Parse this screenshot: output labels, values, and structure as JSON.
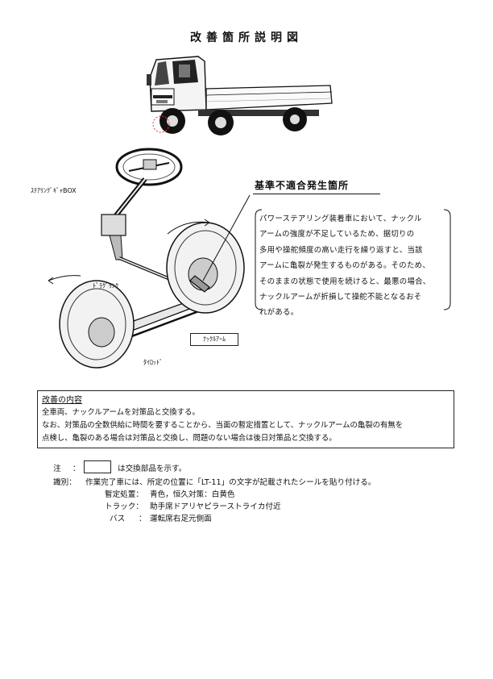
{
  "title": "改善箇所説明図",
  "diagram_labels": {
    "steering_gear_box": "ｽﾃｱﾘﾝｸﾞｷﾞｬBOX",
    "drag_link": "ﾄﾞﾗｸﾞﾘﾝｸ",
    "tie_rod": "ﾀｲﾛｯﾄﾞ",
    "knuckle_arm": "ﾅｯｸﾙｱｰﾑ"
  },
  "defect": {
    "heading": "基準不適合発生箇所",
    "lines": [
      "パワーステアリング装着車において、ナックル",
      "アームの強度が不足しているため、据切りの",
      "多用や操舵頻度の高い走行を繰り返すと、当該",
      "アームに亀裂が発生するものがある。そのため、",
      "そのままの状態で使用を続けると、最悪の場合、",
      "ナックルアームが折損して操舵不能となるおそ",
      "れがある。"
    ]
  },
  "improvement": {
    "title": "改善の内容",
    "lines": [
      "全車両、ナックルアームを対策品と交換する。",
      "なお、対策品の全数供給に時間を要することから、当面の暫定措置として、ナックルアームの亀裂の有無を",
      "点検し、亀裂のある場合は対策品と交換し、問題のない場合は後日対策品と交換する。"
    ]
  },
  "notes": {
    "note_label": "注",
    "note_colon": "：",
    "note_text": "は交換部品を示す。",
    "id_label": "識別：",
    "id_text": "作業完了車には、所定の位置に「LT-11」の文字が記載されたシールを貼り付ける。",
    "interim_label": "暫定処置：",
    "interim_text": "青色，恒久対策：白黄色",
    "truck_label": "トラック：",
    "truck_text": "助手席ドアリヤピラーストライカ付近",
    "bus_label": "バス",
    "bus_colon": "：",
    "bus_text": "運転席右足元側面"
  }
}
